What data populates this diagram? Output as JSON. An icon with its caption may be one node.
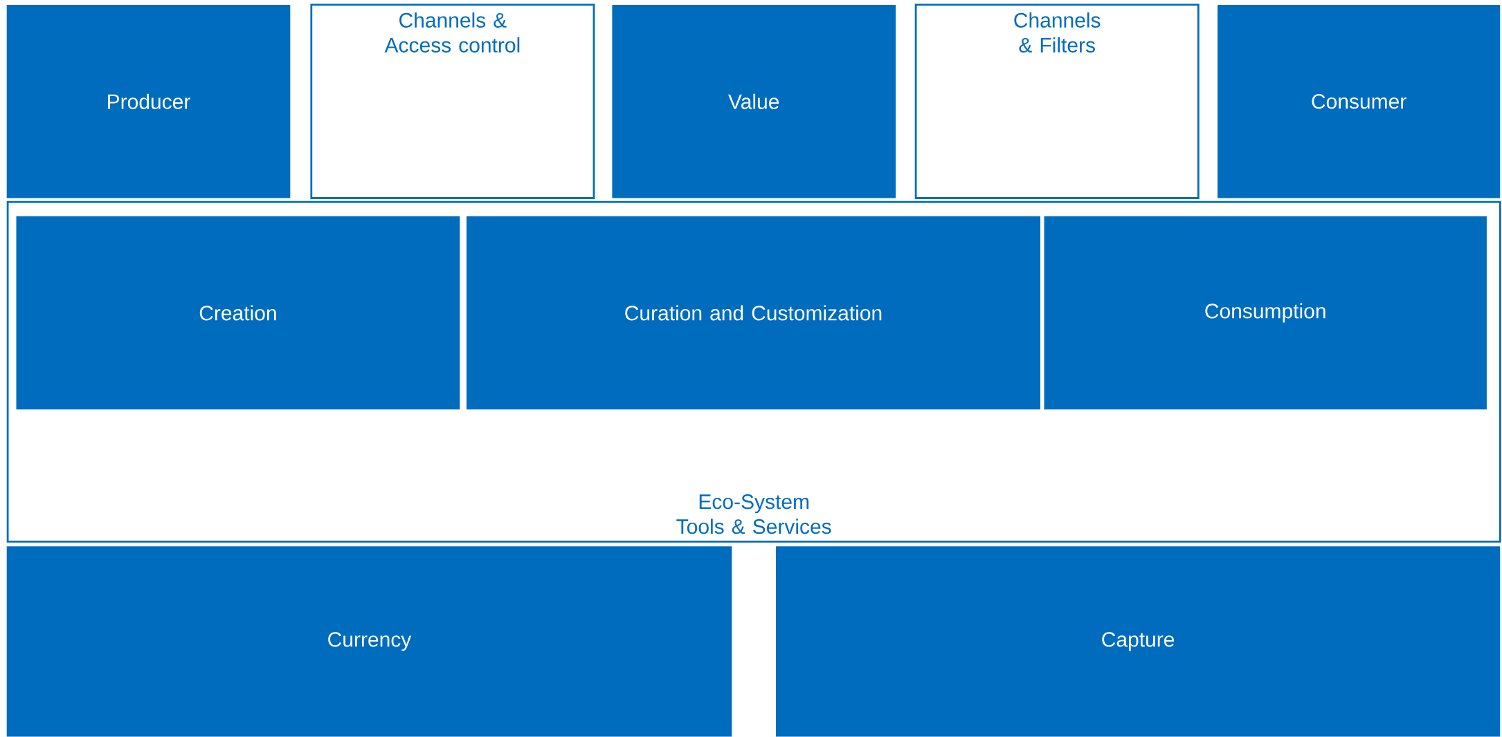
{
  "diagram": {
    "nodes": [
      {
        "text": [
          "Producer"
        ]
      },
      {
        "text": [
          "Channels & Access control"
        ]
      },
      {
        "text": [
          "Value"
        ]
      },
      {
        "text": [
          "Channels & Filters"
        ]
      },
      {
        "text": [
          "Consumer"
        ]
      },
      {
        "text": [
          "Eco-System Tools & Services"
        ]
      },
      {
        "text": [
          "Creation"
        ],
        "in": 5
      },
      {
        "text": [
          "Curation and Customization"
        ],
        "in": 5
      },
      {
        "text": [
          "Consumption"
        ],
        "in": 5
      },
      {
        "text": [
          "Currency"
        ]
      },
      {
        "text": [
          "Capture"
        ]
      }
    ]
  }
}
